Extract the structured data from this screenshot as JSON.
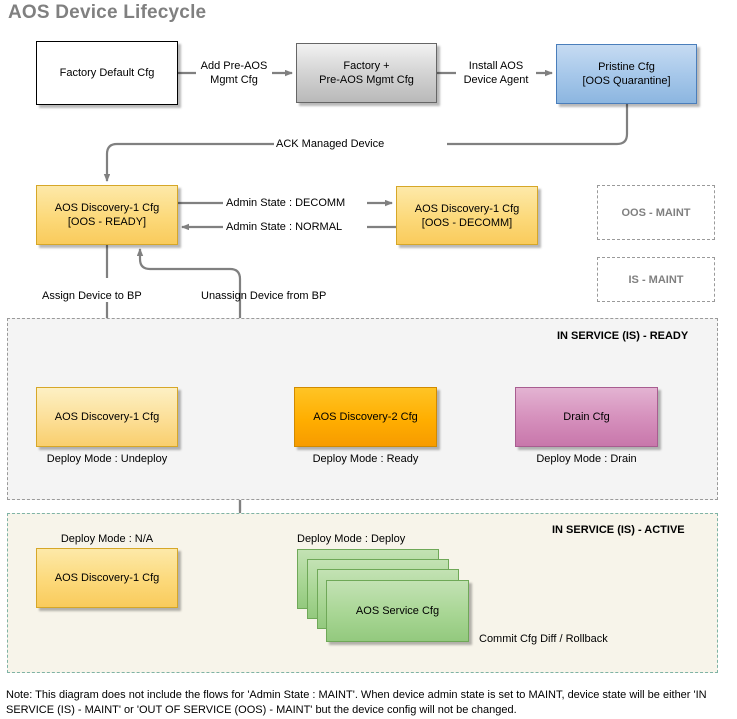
{
  "diagram": {
    "title": "AOS Device Lifecycle",
    "footnote": "Note: This diagram does not include the flows for 'Admin State : MAINT'. When device admin state is set to MAINT, device state will be either 'IN SERVICE (IS) - MAINT' or 'OUT OF SERVICE (OOS) - MAINT' but the device config will not be changed.",
    "nodes": {
      "factory_default": "Factory Default Cfg",
      "factory_plus_mgmt_line1": "Factory +",
      "factory_plus_mgmt_line2": "Pre-AOS Mgmt Cfg",
      "pristine_line1": "Pristine Cfg",
      "pristine_line2": "[OOS Quarantine]",
      "discovery1_ready_line1": "AOS Discovery-1 Cfg",
      "discovery1_ready_line2": "[OOS - READY]",
      "discovery1_decomm_line1": "AOS Discovery-1 Cfg",
      "discovery1_decomm_line2": "[OOS - DECOMM]",
      "oos_maint": "OOS - MAINT",
      "is_maint": "IS - MAINT",
      "ready_discovery1": "AOS Discovery-1 Cfg",
      "ready_discovery2": "AOS Discovery-2 Cfg",
      "ready_drain": "Drain Cfg",
      "active_discovery1": "AOS Discovery-1 Cfg",
      "active_service": "AOS Service Cfg"
    },
    "regions": {
      "is_ready_label": "IN SERVICE (IS) - READY",
      "is_active_label": "IN SERVICE (IS) - ACTIVE"
    },
    "captions": {
      "deploy_undeploy": "Deploy Mode : Undeploy",
      "deploy_ready": "Deploy Mode : Ready",
      "deploy_drain": "Deploy Mode : Drain",
      "deploy_na": "Deploy Mode : N/A",
      "deploy_deploy": "Deploy Mode : Deploy"
    },
    "edges": {
      "add_pre_aos_line1": "Add Pre-AOS",
      "add_pre_aos_line2": "Mgmt Cfg",
      "install_agent_line1": "Install AOS",
      "install_agent_line2": "Device Agent",
      "ack_managed": "ACK Managed Device",
      "admin_decomm": "Admin State : DECOMM",
      "admin_normal": "Admin State : NORMAL",
      "assign_bp": "Assign Device to BP",
      "unassign_bp": "Unassign Device from BP",
      "commit_rollback": "Commit Cfg Diff / Rollback"
    },
    "colors": {
      "title": "#808080",
      "connector": "#808080",
      "white_box": "#ffffff",
      "gray_box": "#c9c9c9",
      "blue_box": "#a7c8ea",
      "yellow_box": "#fcd97a",
      "yellow_light_box": "#fce09a",
      "orange_box": "#ffae00",
      "pink_box": "#d691bd",
      "green_box": "#a8d694",
      "region_ready_bg": "#f4f4f4",
      "region_active_bg": "#f7f4ea",
      "maint_text": "#808080"
    }
  }
}
